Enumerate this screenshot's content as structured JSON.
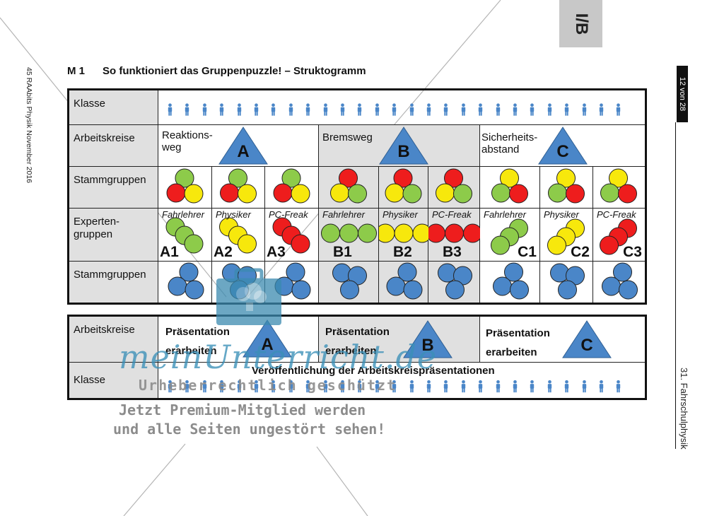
{
  "side_tab": "I/B",
  "publication": "45 RAAbits Physik November 2016",
  "page_badge": "12 von 28",
  "unit_title": "31. Fahrschulphysik",
  "heading": {
    "number": "M 1",
    "text": "So funktioniert das Gruppenpuzzle! – Struktogramm"
  },
  "colors": {
    "blue": "#4a86c8",
    "green": "#8dcb4a",
    "yellow": "#f7e80c",
    "red": "#ee1d1d",
    "shade": "#e0e0e0"
  },
  "table1": {
    "row_labels": [
      "Klasse",
      "Arbeitskreise",
      "Stammgruppen",
      "Experten-\ngruppen",
      "Stammgruppen"
    ],
    "person_icon": "person-icon",
    "person_count": 27,
    "arbeitskreise": [
      {
        "label": "Reaktions-\nweg",
        "letter": "A"
      },
      {
        "label": "Bremsweg",
        "letter": "B"
      },
      {
        "label": "Sicherheits-\nabstand",
        "letter": "C"
      }
    ],
    "stammgruppen_top": [
      [
        "green",
        "red",
        "yellow"
      ],
      [
        "green",
        "red",
        "yellow"
      ],
      [
        "green",
        "red",
        "yellow"
      ],
      [
        "red",
        "yellow",
        "green"
      ],
      [
        "red",
        "yellow",
        "green"
      ],
      [
        "red",
        "yellow",
        "green"
      ],
      [
        "yellow",
        "green",
        "red"
      ],
      [
        "yellow",
        "green",
        "red"
      ],
      [
        "yellow",
        "green",
        "red"
      ]
    ],
    "expertengruppen": [
      {
        "name": "Fahrlehrer",
        "code": "A1",
        "color": "green"
      },
      {
        "name": "Physiker",
        "code": "A2",
        "color": "yellow"
      },
      {
        "name": "PC-Freak",
        "code": "A3",
        "color": "red"
      },
      {
        "name": "Fahrlehrer",
        "code": "B1",
        "color": "green"
      },
      {
        "name": "Physiker",
        "code": "B2",
        "color": "yellow"
      },
      {
        "name": "PC-Freak",
        "code": "B3",
        "color": "red"
      },
      {
        "name": "Fahrlehrer",
        "code": "C1",
        "color": "green"
      },
      {
        "name": "Physiker",
        "code": "C2",
        "color": "yellow"
      },
      {
        "name": "PC-Freak",
        "code": "C3",
        "color": "red"
      }
    ]
  },
  "table2": {
    "row_labels": [
      "Arbeitskreise",
      "Klasse"
    ],
    "presentations": [
      {
        "text": "Präsentation\nerarbeiten",
        "letter": "A"
      },
      {
        "text": "Präsentation\nerarbeiten",
        "letter": "B"
      },
      {
        "text": "Präsentation\nerarbeiten",
        "letter": "C"
      }
    ],
    "publication_text": "Veröffentlichung der Arbeitskreispräsentationen"
  },
  "watermark": {
    "logo": "meinUnterricht.de",
    "line1": "Urheberrechtlich geschützt",
    "line2": "Jetzt Premium-Mitglied werden",
    "line3": "und alle Seiten ungestört sehen!"
  }
}
